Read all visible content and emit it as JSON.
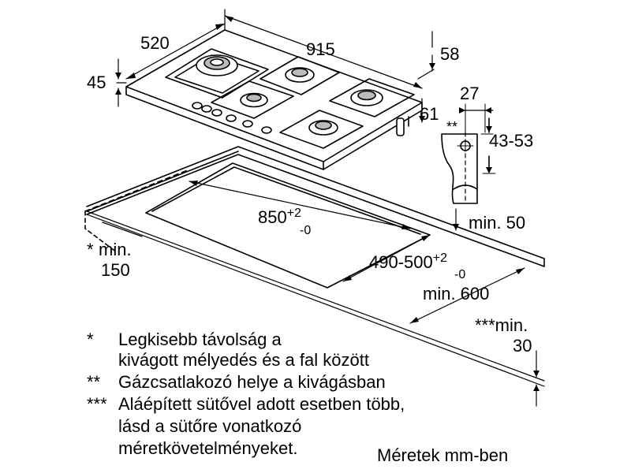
{
  "dimensions": {
    "hob_depth": "520",
    "hob_width": "915",
    "thickness_total": "58",
    "thickness_glass": "45",
    "front_to_edge": "61",
    "bracket_width": "27",
    "bracket_doublestar": "**",
    "counter_thickness": "43-53",
    "min_rear": "min. 50",
    "cutout_width": {
      "main": "850",
      "tol_plus": "+2",
      "tol_minus": "-0"
    },
    "cutout_depth": {
      "main": "490-500",
      "tol_plus": "+2",
      "tol_minus": "-0"
    },
    "min_side_star": "*",
    "min_side": "min.",
    "min_side_value": "150",
    "min_depth": "min. 600",
    "min_below_label": "***min.",
    "min_below_value": "30"
  },
  "notes": [
    {
      "mark": "*",
      "lines": [
        "Legkisebb távolság a",
        "kivágott mélyedés és a fal között"
      ]
    },
    {
      "mark": "**",
      "lines": [
        "Gázcsatlakozó helye a kivágásban"
      ]
    },
    {
      "mark": "***",
      "lines": [
        "Aláépített sütővel adott esetben több,",
        "lásd a sütőre vonatkozó",
        "méretkövetelményeket."
      ]
    }
  ],
  "units": "Méretek mm-ben"
}
